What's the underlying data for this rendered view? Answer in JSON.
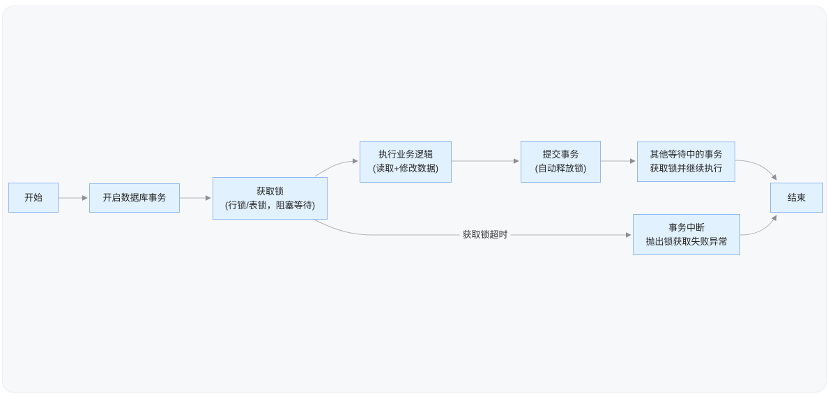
{
  "diagram": {
    "type": "flowchart",
    "nodes": [
      {
        "id": "start",
        "lines": [
          "开始"
        ]
      },
      {
        "id": "open-transaction",
        "lines": [
          "开启数据库事务"
        ]
      },
      {
        "id": "acquire-lock",
        "lines": [
          "获取锁",
          "(行锁/表锁，阻塞等待)"
        ]
      },
      {
        "id": "execute-business-logic",
        "lines": [
          "执行业务逻辑",
          "(读取+修改数据)"
        ]
      },
      {
        "id": "commit-transaction",
        "lines": [
          "提交事务",
          "(自动释放锁)"
        ]
      },
      {
        "id": "other-waiting-transactions",
        "lines": [
          "其他等待中的事务",
          "获取锁并继续执行"
        ]
      },
      {
        "id": "transaction-abort",
        "lines": [
          "事务中断",
          "抛出锁获取失败异常"
        ]
      },
      {
        "id": "end",
        "lines": [
          "结束"
        ]
      }
    ],
    "edges": [
      {
        "from": "start",
        "to": "open-transaction",
        "label": ""
      },
      {
        "from": "open-transaction",
        "to": "acquire-lock",
        "label": ""
      },
      {
        "from": "acquire-lock",
        "to": "execute-business-logic",
        "label": ""
      },
      {
        "from": "execute-business-logic",
        "to": "commit-transaction",
        "label": ""
      },
      {
        "from": "commit-transaction",
        "to": "other-waiting-transactions",
        "label": ""
      },
      {
        "from": "other-waiting-transactions",
        "to": "end",
        "label": ""
      },
      {
        "from": "acquire-lock",
        "to": "transaction-abort",
        "label": "获取锁超时"
      },
      {
        "from": "transaction-abort",
        "to": "end",
        "label": ""
      }
    ],
    "timeout_edge_label": "获取锁超时",
    "colors": {
      "page_bg": "#ffffff",
      "canvas_bg": "#f7f8fa",
      "node_fill": "#e1f1fd",
      "node_border": "#8fb8f0",
      "text": "#262626",
      "edge": "#b3b3b8",
      "arrowhead": "#8d8d94"
    }
  }
}
